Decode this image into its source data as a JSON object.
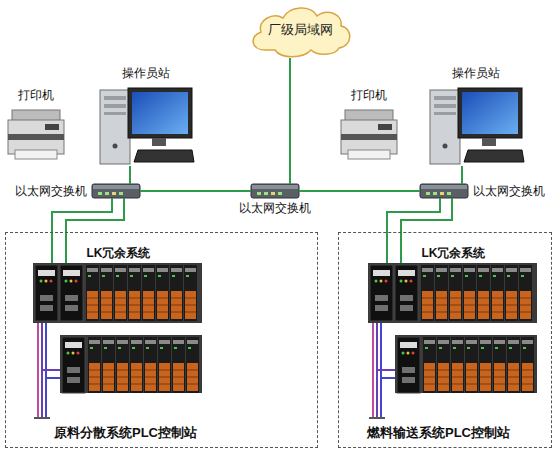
{
  "diagram": {
    "nodes": [
      {
        "text": [
          "厂级局域网"
        ]
      },
      {
        "text": [
          "打印机"
        ]
      },
      {
        "text": [
          "操作员站"
        ]
      },
      {
        "text": [
          "以太网交换机"
        ]
      },
      {
        "text": [
          "以太网交换机"
        ]
      },
      {
        "text": [
          "打印机"
        ]
      },
      {
        "text": [
          "操作员站"
        ]
      },
      {
        "text": [
          "以太网交换机"
        ]
      },
      {
        "text": [
          "原料分散系统PLC控制站"
        ]
      },
      {
        "text": [
          "LK冗余系统"
        ],
        "in": 8
      },
      {
        "text": [
          "燃料输送系统PLC控制站"
        ]
      },
      {
        "text": [
          "LK冗余系统"
        ],
        "in": 10
      }
    ],
    "edges": [
      {
        "from": 0,
        "to": 4,
        "arrow": "none"
      },
      {
        "from": 4,
        "to": 3,
        "arrow": "none"
      },
      {
        "from": 4,
        "to": 7,
        "arrow": "none"
      },
      {
        "from": 3,
        "to": 2,
        "arrow": "none"
      },
      {
        "from": 7,
        "to": 6,
        "arrow": "none"
      },
      {
        "from": 3,
        "to": 9,
        "arrow": "none"
      },
      {
        "from": 3,
        "to": 9,
        "arrow": "none"
      },
      {
        "from": 7,
        "to": 11,
        "arrow": "none"
      },
      {
        "from": 7,
        "to": 11,
        "arrow": "none"
      }
    ]
  }
}
